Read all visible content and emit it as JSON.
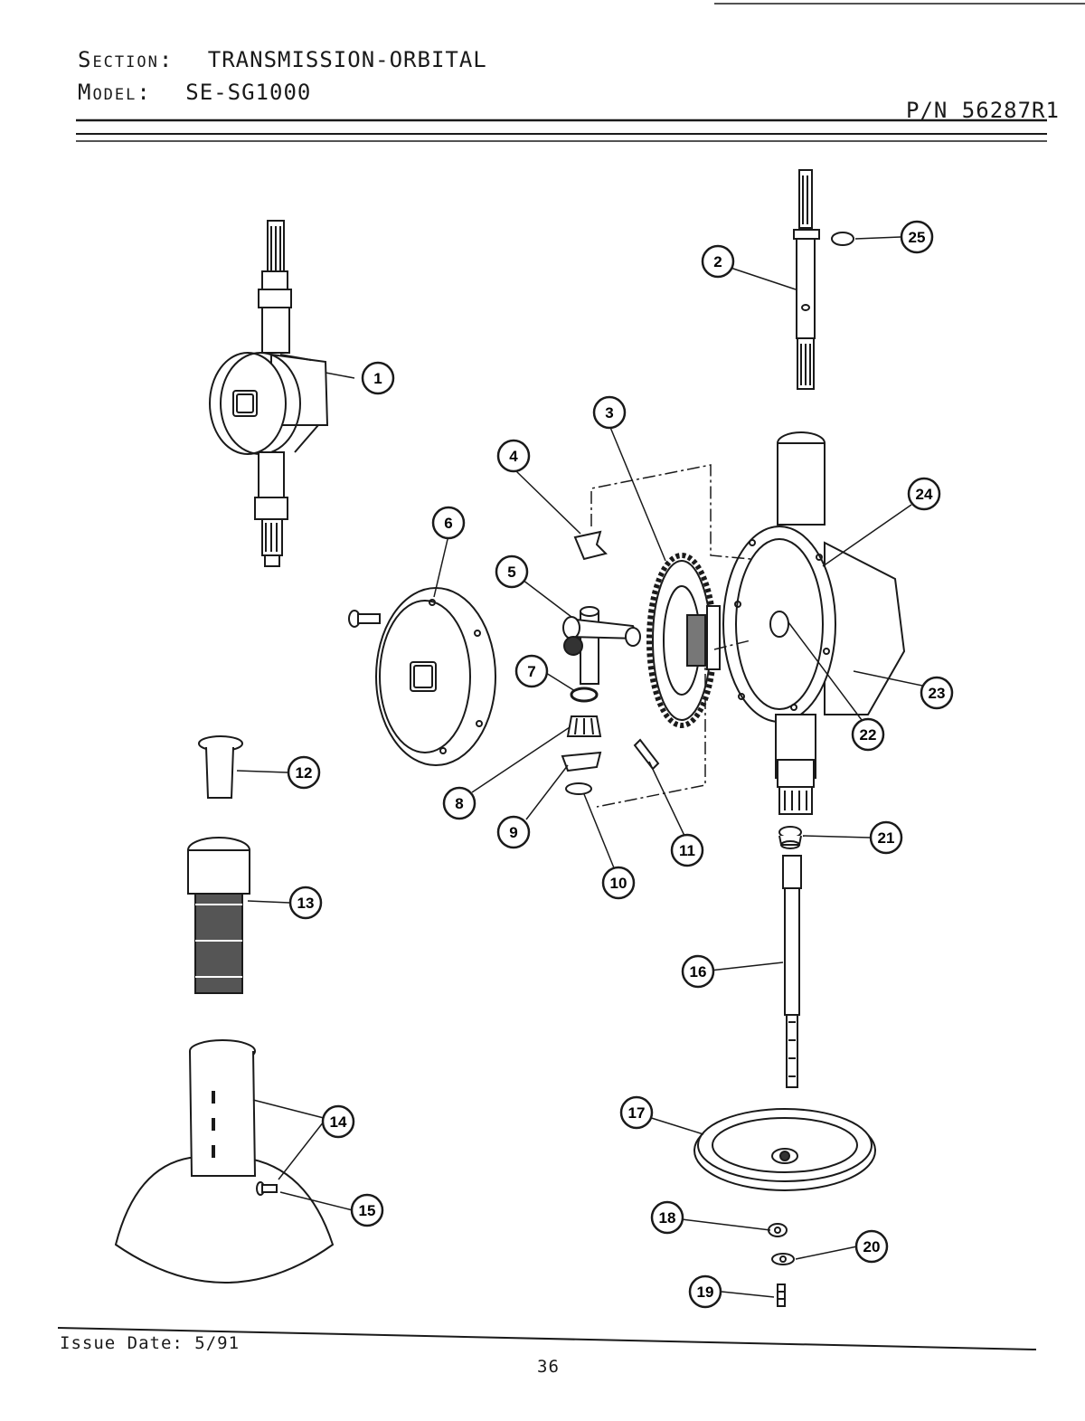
{
  "header": {
    "section_label": "Section:",
    "section_value": "TRANSMISSION-ORBITAL",
    "model_label": "Model:",
    "model_value": "SE-SG1000",
    "part_number": "P/N 56287R1"
  },
  "footer": {
    "issue_date": "Issue Date: 5/91",
    "page_number": "36"
  },
  "callouts": [
    "1",
    "2",
    "3",
    "4",
    "5",
    "6",
    "7",
    "8",
    "9",
    "10",
    "11",
    "12",
    "13",
    "14",
    "15",
    "16",
    "17",
    "18",
    "19",
    "20",
    "21",
    "22",
    "23",
    "24",
    "25"
  ],
  "colors": {
    "ink": "#1a1a1a",
    "paper": "#ffffff"
  }
}
